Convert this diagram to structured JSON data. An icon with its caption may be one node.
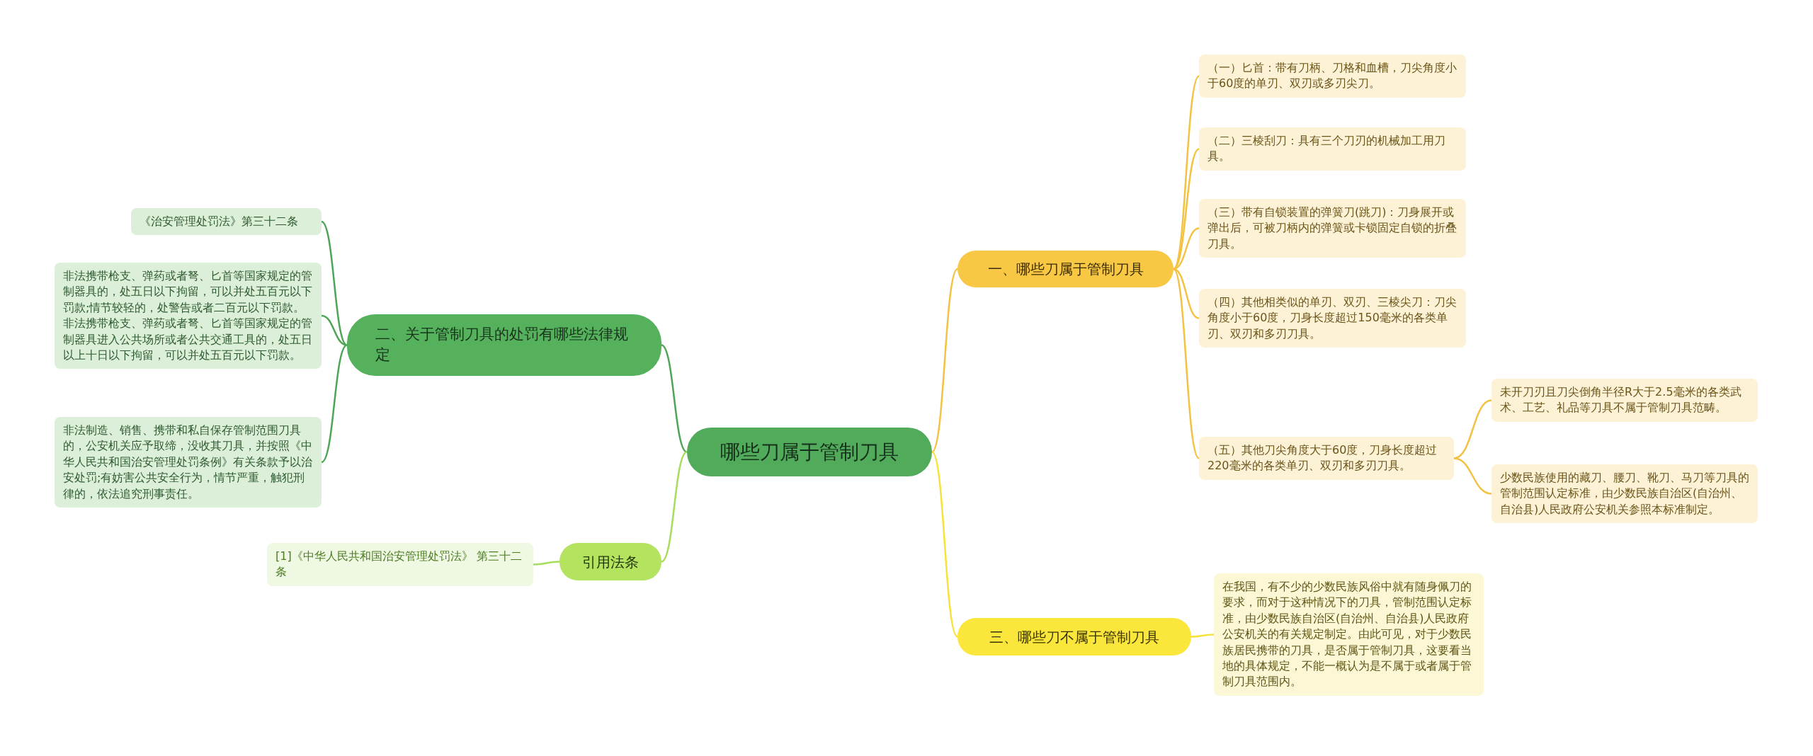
{
  "diagram": {
    "nodes": [
      {
        "text": [
          "哪些刀属于管制刀具"
        ]
      },
      {
        "text": [
          "一、哪些刀属于管制刀具"
        ]
      },
      {
        "text": [
          "（一）匕首：带有刀柄、刀格和血槽，刀尖角度小于60度的单刃、双刃或多刃尖刀。"
        ]
      },
      {
        "text": [
          "（二）三棱刮刀：具有三个刀刃的机械加工用刀具。"
        ]
      },
      {
        "text": [
          "（三）带有自锁装置的弹簧刀(跳刀)：刀身展开或弹出后，可被刀柄内的弹簧或卡锁固定自锁的折叠刀具。"
        ]
      },
      {
        "text": [
          "（四）其他相类似的单刃、双刃、三棱尖刀：刀尖角度小于60度，刀身长度超过150毫米的各类单刃、双刃和多刃刀具。"
        ]
      },
      {
        "text": [
          "（五）其他刀尖角度大于60度，刀身长度超过220毫米的各类单刃、双刃和多刃刀具。"
        ]
      },
      {
        "text": [
          "未开刀刃且刀尖倒角半径R大于2.5毫米的各类武术、工艺、礼品等刀具不属于管制刀具范畴。"
        ]
      },
      {
        "text": [
          "少数民族使用的藏刀、腰刀、靴刀、马刀等刀具的管制范围认定标准，由少数民族自治区(自治州、自治县)人民政府公安机关参照本标准制定。"
        ]
      },
      {
        "text": [
          "三、哪些刀不属于管制刀具"
        ]
      },
      {
        "text": [
          "在我国，有不少的少数民族风俗中就有随身佩刀的要求，而对于这种情况下的刀具，管制范围认定标准，由少数民族自治区(自治州、自治县)人民政府公安机关的有关规定制定。由此可见，对于少数民族居民携带的刀具，是否属于管制刀具，这要看当地的具体规定，不能一概认为是不属于或者属于管制刀具范围内。"
        ]
      },
      {
        "text": [
          "二、关于管制刀具的处罚有哪些法律规定"
        ]
      },
      {
        "text": [
          "《治安管理处罚法》第三十二条"
        ]
      },
      {
        "text": [
          "非法携带枪支、弹药或者弩、匕首等国家规定的管制器具的，处五日以下拘留，可以并处五百元以下罚款;情节较轻的，处警告或者二百元以下罚款。非法携带枪支、弹药或者弩、匕首等国家规定的管制器具进入公共场所或者公共交通工具的，处五日以上十日以下拘留，可以并处五百元以下罚款。"
        ]
      },
      {
        "text": [
          "非法制造、销售、携带和私自保存管制范围刀具的，公安机关应予取缔，没收其刀具，并按照《中华人民共和国治安管理处罚条例》有关条款予以治安处罚;有妨害公共安全行为，情节严重，触犯刑律的，依法追究刑事责任。"
        ]
      },
      {
        "text": [
          "引用法条"
        ]
      },
      {
        "text": [
          "[1]《中华人民共和国治安管理处罚法》 第三十二条"
        ]
      }
    ],
    "edges": [
      {
        "from": 0,
        "to": 1,
        "arrow": "none"
      },
      {
        "from": 1,
        "to": 2,
        "arrow": "none"
      },
      {
        "from": 1,
        "to": 3,
        "arrow": "none"
      },
      {
        "from": 1,
        "to": 4,
        "arrow": "none"
      },
      {
        "from": 1,
        "to": 5,
        "arrow": "none"
      },
      {
        "from": 1,
        "to": 6,
        "arrow": "none"
      },
      {
        "from": 6,
        "to": 7,
        "arrow": "none"
      },
      {
        "from": 6,
        "to": 8,
        "arrow": "none"
      },
      {
        "from": 0,
        "to": 9,
        "arrow": "none",
        "color": "#f8e23a"
      },
      {
        "from": 9,
        "to": 10,
        "arrow": "none",
        "color": "#f8e23a"
      },
      {
        "from": 0,
        "to": 11,
        "arrow": "none",
        "color": "#4ea556"
      },
      {
        "from": 11,
        "to": 12,
        "arrow": "none",
        "color": "#4ea556"
      },
      {
        "from": 11,
        "to": 13,
        "arrow": "none",
        "color": "#4ea556"
      },
      {
        "from": 11,
        "to": 14,
        "arrow": "none",
        "color": "#4ea556"
      },
      {
        "from": 0,
        "to": 15,
        "arrow": "none",
        "color": "#a8dc5c"
      },
      {
        "from": 15,
        "to": 16,
        "arrow": "none",
        "color": "#a8dc5c"
      }
    ]
  }
}
